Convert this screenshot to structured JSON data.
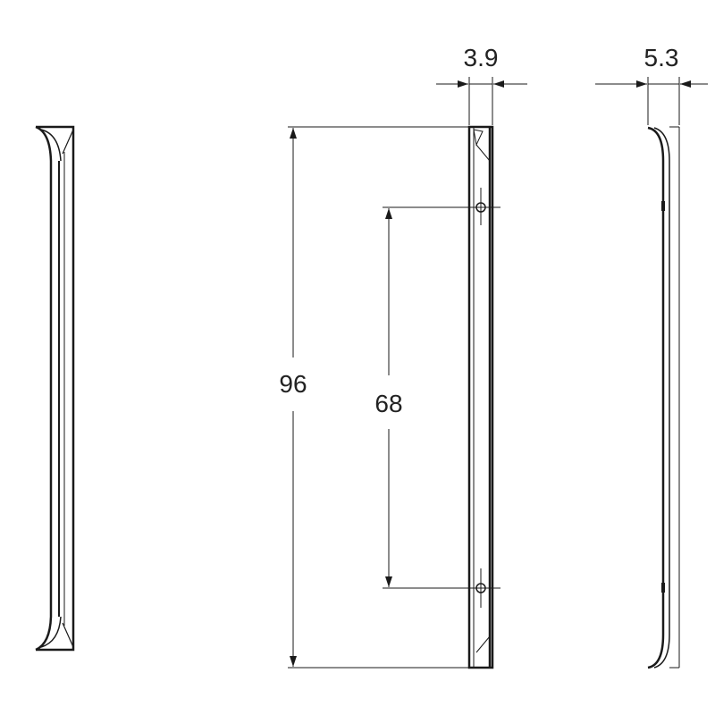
{
  "dimensions": {
    "thickness_front": "3.9",
    "thickness_side": "5.3",
    "overall_length": "96",
    "hole_spacing": "68"
  },
  "colors": {
    "line": "#1a1a1a",
    "background": "#ffffff"
  }
}
